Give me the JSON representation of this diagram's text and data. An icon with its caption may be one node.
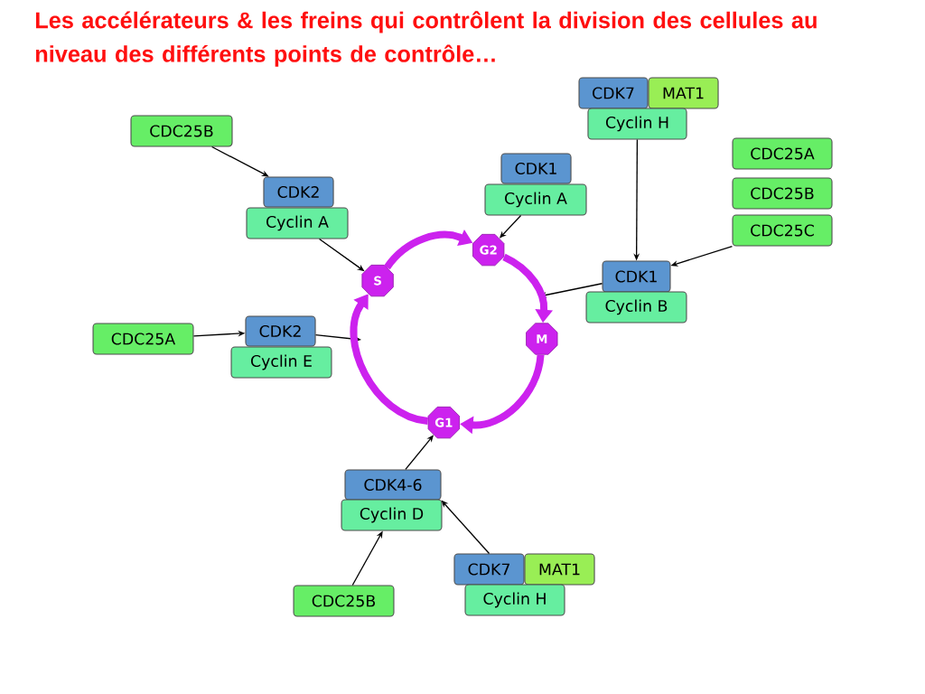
{
  "diagram": {
    "title": "Les accélérateurs & les freins qui contrôlent la division des cellules au niveau des différents points de contrôle…",
    "nodes": [
      {
        "text": [
          "CDK7"
        ]
      },
      {
        "text": [
          "MAT1"
        ]
      },
      {
        "text": [
          "Cyclin H"
        ]
      },
      {
        "text": [
          "CDC25B"
        ]
      },
      {
        "text": [
          "CDC25A"
        ]
      },
      {
        "text": [
          "CDK1"
        ]
      },
      {
        "text": [
          "CDK2"
        ]
      },
      {
        "text": [
          "CDC25B"
        ]
      },
      {
        "text": [
          "Cyclin A"
        ]
      },
      {
        "text": [
          "Cyclin A"
        ]
      },
      {
        "text": [
          "CDC25C"
        ]
      },
      {
        "text": [
          "G2"
        ]
      },
      {
        "text": [
          "CDK1"
        ]
      },
      {
        "text": [
          "S"
        ]
      },
      {
        "text": [
          "Cyclin B"
        ]
      },
      {
        "text": [
          "CDK2"
        ]
      },
      {
        "text": [
          "M"
        ]
      },
      {
        "text": [
          "CDC25A"
        ]
      },
      {
        "text": [
          "Cyclin E"
        ]
      },
      {
        "text": [
          "G1"
        ]
      },
      {
        "text": [
          "CDK4-6"
        ]
      },
      {
        "text": [
          "Cyclin D"
        ]
      },
      {
        "text": [
          "CDK7"
        ]
      },
      {
        "text": [
          "MAT1"
        ]
      },
      {
        "text": [
          "Cyclin H"
        ]
      },
      {
        "text": [
          "CDC25B"
        ]
      }
    ],
    "edges": [
      {
        "from": 3,
        "to": 6,
        "arrow": "to"
      },
      {
        "from": 2,
        "to": 12,
        "arrow": "to"
      },
      {
        "from": 8,
        "to": 11,
        "arrow": "to"
      },
      {
        "from": 9,
        "to": 13,
        "arrow": "to"
      },
      {
        "from": 10,
        "to": 12,
        "arrow": "to"
      },
      {
        "from": 12,
        "to": null,
        "arrow": "to"
      },
      {
        "from": 17,
        "to": 15,
        "arrow": "to"
      },
      {
        "from": 15,
        "to": null,
        "arrow": "to"
      },
      {
        "from": 20,
        "to": 19,
        "arrow": "to"
      },
      {
        "from": 25,
        "to": 21,
        "arrow": "to"
      },
      {
        "from": 22,
        "to": 20,
        "arrow": "to"
      },
      {
        "from": 13,
        "to": 11,
        "arrow": "to",
        "style": "thick",
        "color": "#cc22ee"
      },
      {
        "from": 11,
        "to": 16,
        "arrow": "to",
        "style": "thick",
        "color": "#cc22ee"
      },
      {
        "from": 16,
        "to": 19,
        "arrow": "to",
        "style": "thick",
        "color": "#cc22ee"
      },
      {
        "from": 19,
        "to": 13,
        "arrow": "to",
        "style": "thick",
        "color": "#cc22ee"
      }
    ]
  }
}
